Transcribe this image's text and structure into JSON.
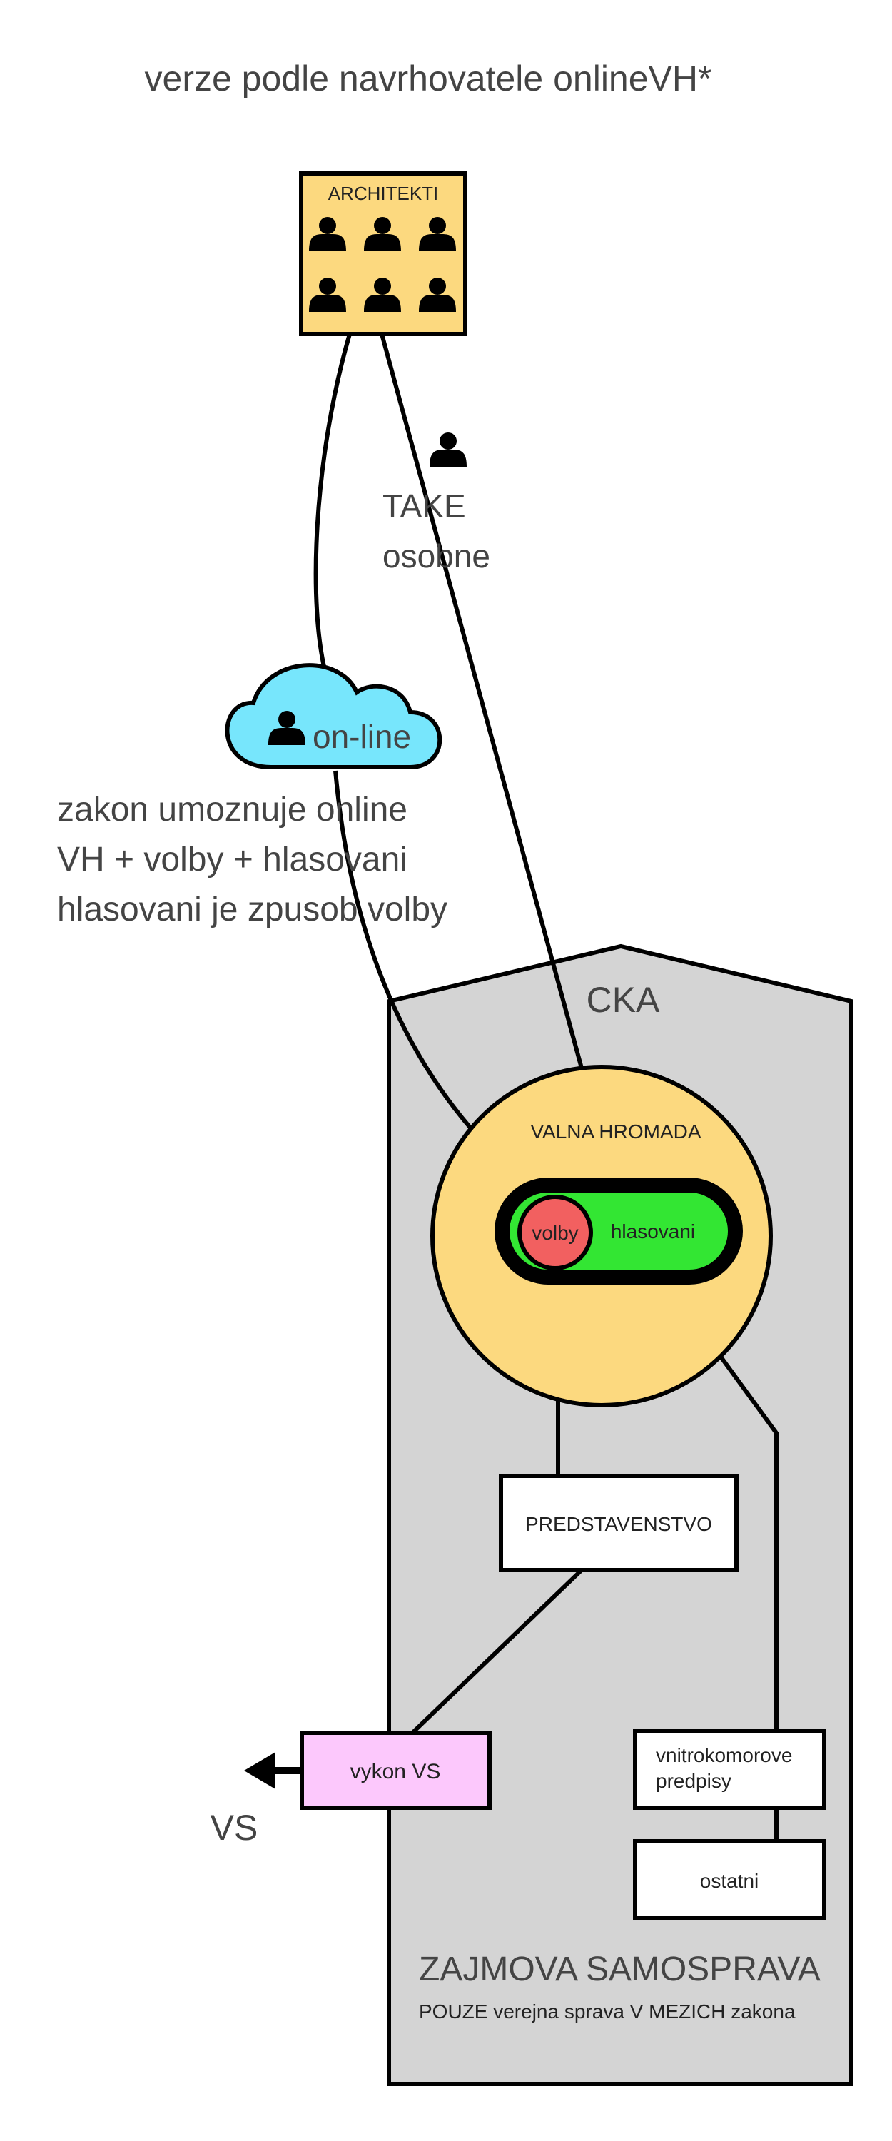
{
  "title": "verze podle navrhovatele onlineVH*",
  "architekti": {
    "label": "ARCHITEKTI",
    "color": "#fcd97f"
  },
  "take": {
    "line1": "TAKE",
    "line2": "osobne"
  },
  "online_cloud": {
    "label": "on-line",
    "color": "#77e6fc"
  },
  "zakon": {
    "line1": "zakon umoznuje online",
    "line2": "VH + volby + hlasovani",
    "line3": "hlasovani je zpusob volby"
  },
  "cka": {
    "label": "CKA",
    "color": "#d4d4d4"
  },
  "valna_hromada": {
    "label": "VALNA HROMADA",
    "color": "#fcd97f"
  },
  "hlasovani": {
    "label": "hlasovani",
    "color": "#33e633"
  },
  "volby": {
    "label": "volby",
    "color": "#f26060"
  },
  "predstavenstvo": {
    "label": "PREDSTAVENSTVO"
  },
  "vykon_vs": {
    "label": "vykon VS",
    "color": "#fcc8fc"
  },
  "vs": {
    "label": "VS"
  },
  "vnitrokomorove": {
    "line1": "vnitrokomorove",
    "line2": "predpisy"
  },
  "ostatni": {
    "label": "ostatni"
  },
  "zajmova": {
    "title": "ZAJMOVA SAMOSPRAVA",
    "subtitle": "POUZE verejna sprava V MEZICH zakona"
  }
}
